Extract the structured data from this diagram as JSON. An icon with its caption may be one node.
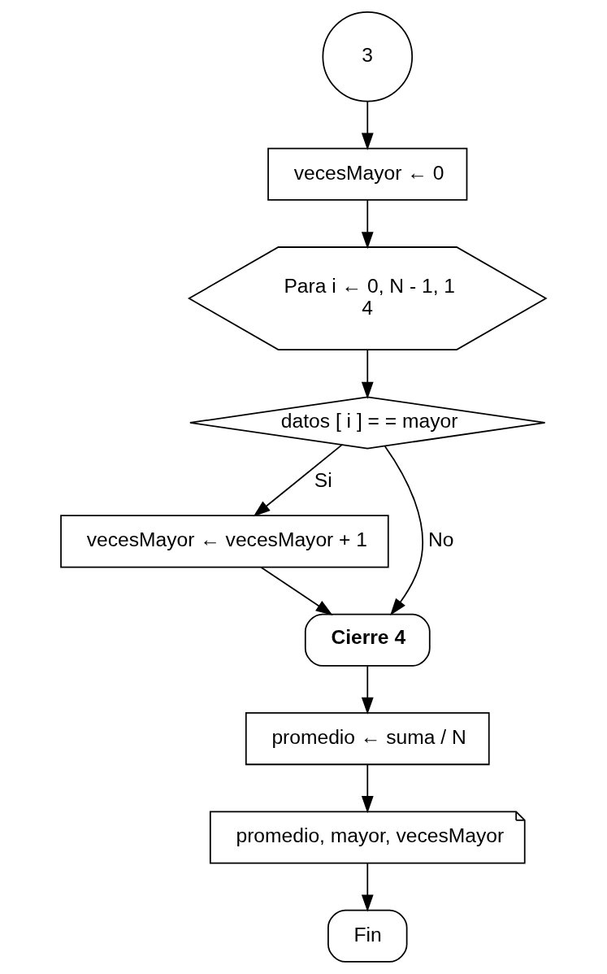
{
  "diagram": {
    "nodes": [
      {
        "text": [
          "3"
        ]
      },
      {
        "text": [
          "vecesMayor ← 0"
        ]
      },
      {
        "text": [
          "Para i ← 0, N - 1, 1",
          "4"
        ]
      },
      {
        "text": [
          "datos [ i ] = = mayor"
        ]
      },
      {
        "text": [
          "vecesMayor ← vecesMayor + 1"
        ]
      },
      {
        "text": [
          "**Cierre 4**"
        ]
      },
      {
        "text": [
          "promedio ← suma / N"
        ]
      },
      {
        "text": [
          "promedio, mayor, vecesMayor"
        ]
      },
      {
        "text": [
          "Fin"
        ]
      }
    ],
    "edges": [
      {
        "from": 0,
        "to": 1,
        "arrow": "to"
      },
      {
        "from": 1,
        "to": 2,
        "arrow": "to"
      },
      {
        "from": 2,
        "to": 3,
        "arrow": "to"
      },
      {
        "from": 3,
        "to": 4,
        "arrow": "to",
        "label": "Si"
      },
      {
        "from": 3,
        "to": 5,
        "arrow": "to",
        "label": "No"
      },
      {
        "from": 4,
        "to": 5,
        "arrow": "to"
      },
      {
        "from": 5,
        "to": 6,
        "arrow": "to"
      },
      {
        "from": 6,
        "to": 7,
        "arrow": "to"
      },
      {
        "from": 7,
        "to": 8,
        "arrow": "to"
      }
    ]
  }
}
